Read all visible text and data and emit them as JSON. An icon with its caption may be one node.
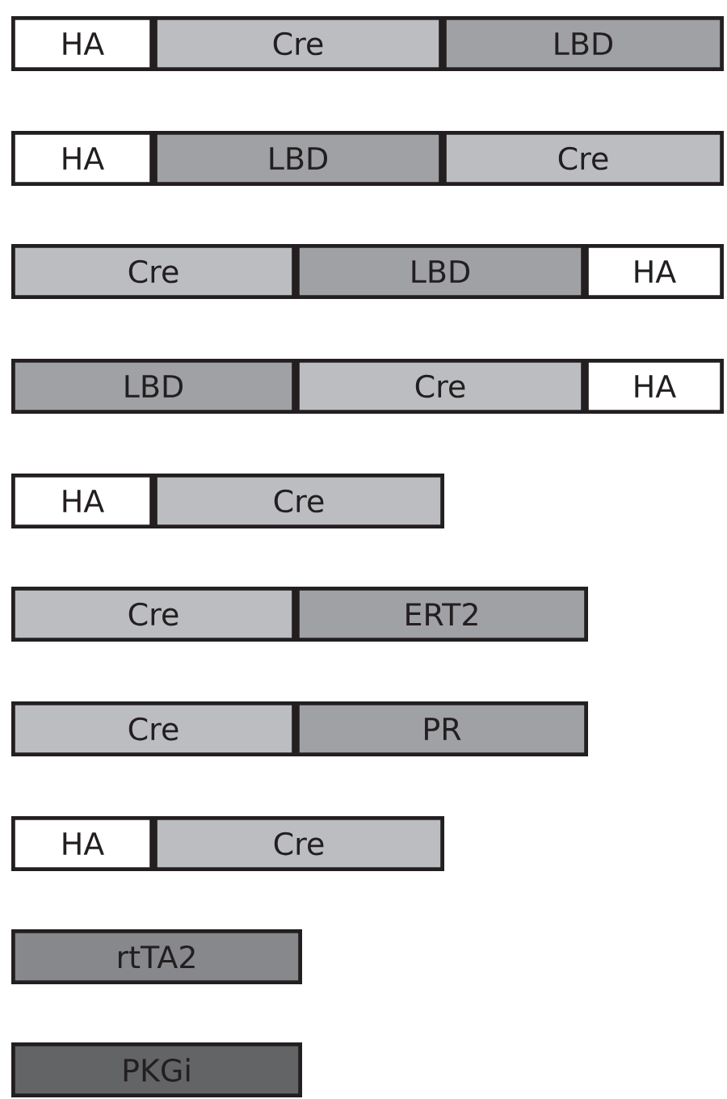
{
  "diagram": {
    "nodes": [
      {
        "text": [
          "HA"
        ]
      },
      {
        "text": [
          "Cre"
        ]
      },
      {
        "text": [
          "LBD"
        ]
      },
      {
        "text": [
          "HA"
        ]
      },
      {
        "text": [
          "LBD"
        ]
      },
      {
        "text": [
          "Cre"
        ]
      },
      {
        "text": [
          "Cre"
        ]
      },
      {
        "text": [
          "LBD"
        ]
      },
      {
        "text": [
          "HA"
        ]
      },
      {
        "text": [
          "LBD"
        ]
      },
      {
        "text": [
          "Cre"
        ]
      },
      {
        "text": [
          "HA"
        ]
      },
      {
        "text": [
          "HA"
        ]
      },
      {
        "text": [
          "Cre"
        ]
      },
      {
        "text": [
          "Cre"
        ]
      },
      {
        "text": [
          "ERT2"
        ]
      },
      {
        "text": [
          "Cre"
        ]
      },
      {
        "text": [
          "PR"
        ]
      },
      {
        "text": [
          "HA"
        ]
      },
      {
        "text": [
          "Cre"
        ]
      },
      {
        "text": [
          "rtTA2"
        ]
      },
      {
        "text": [
          "PKGi"
        ]
      }
    ]
  }
}
